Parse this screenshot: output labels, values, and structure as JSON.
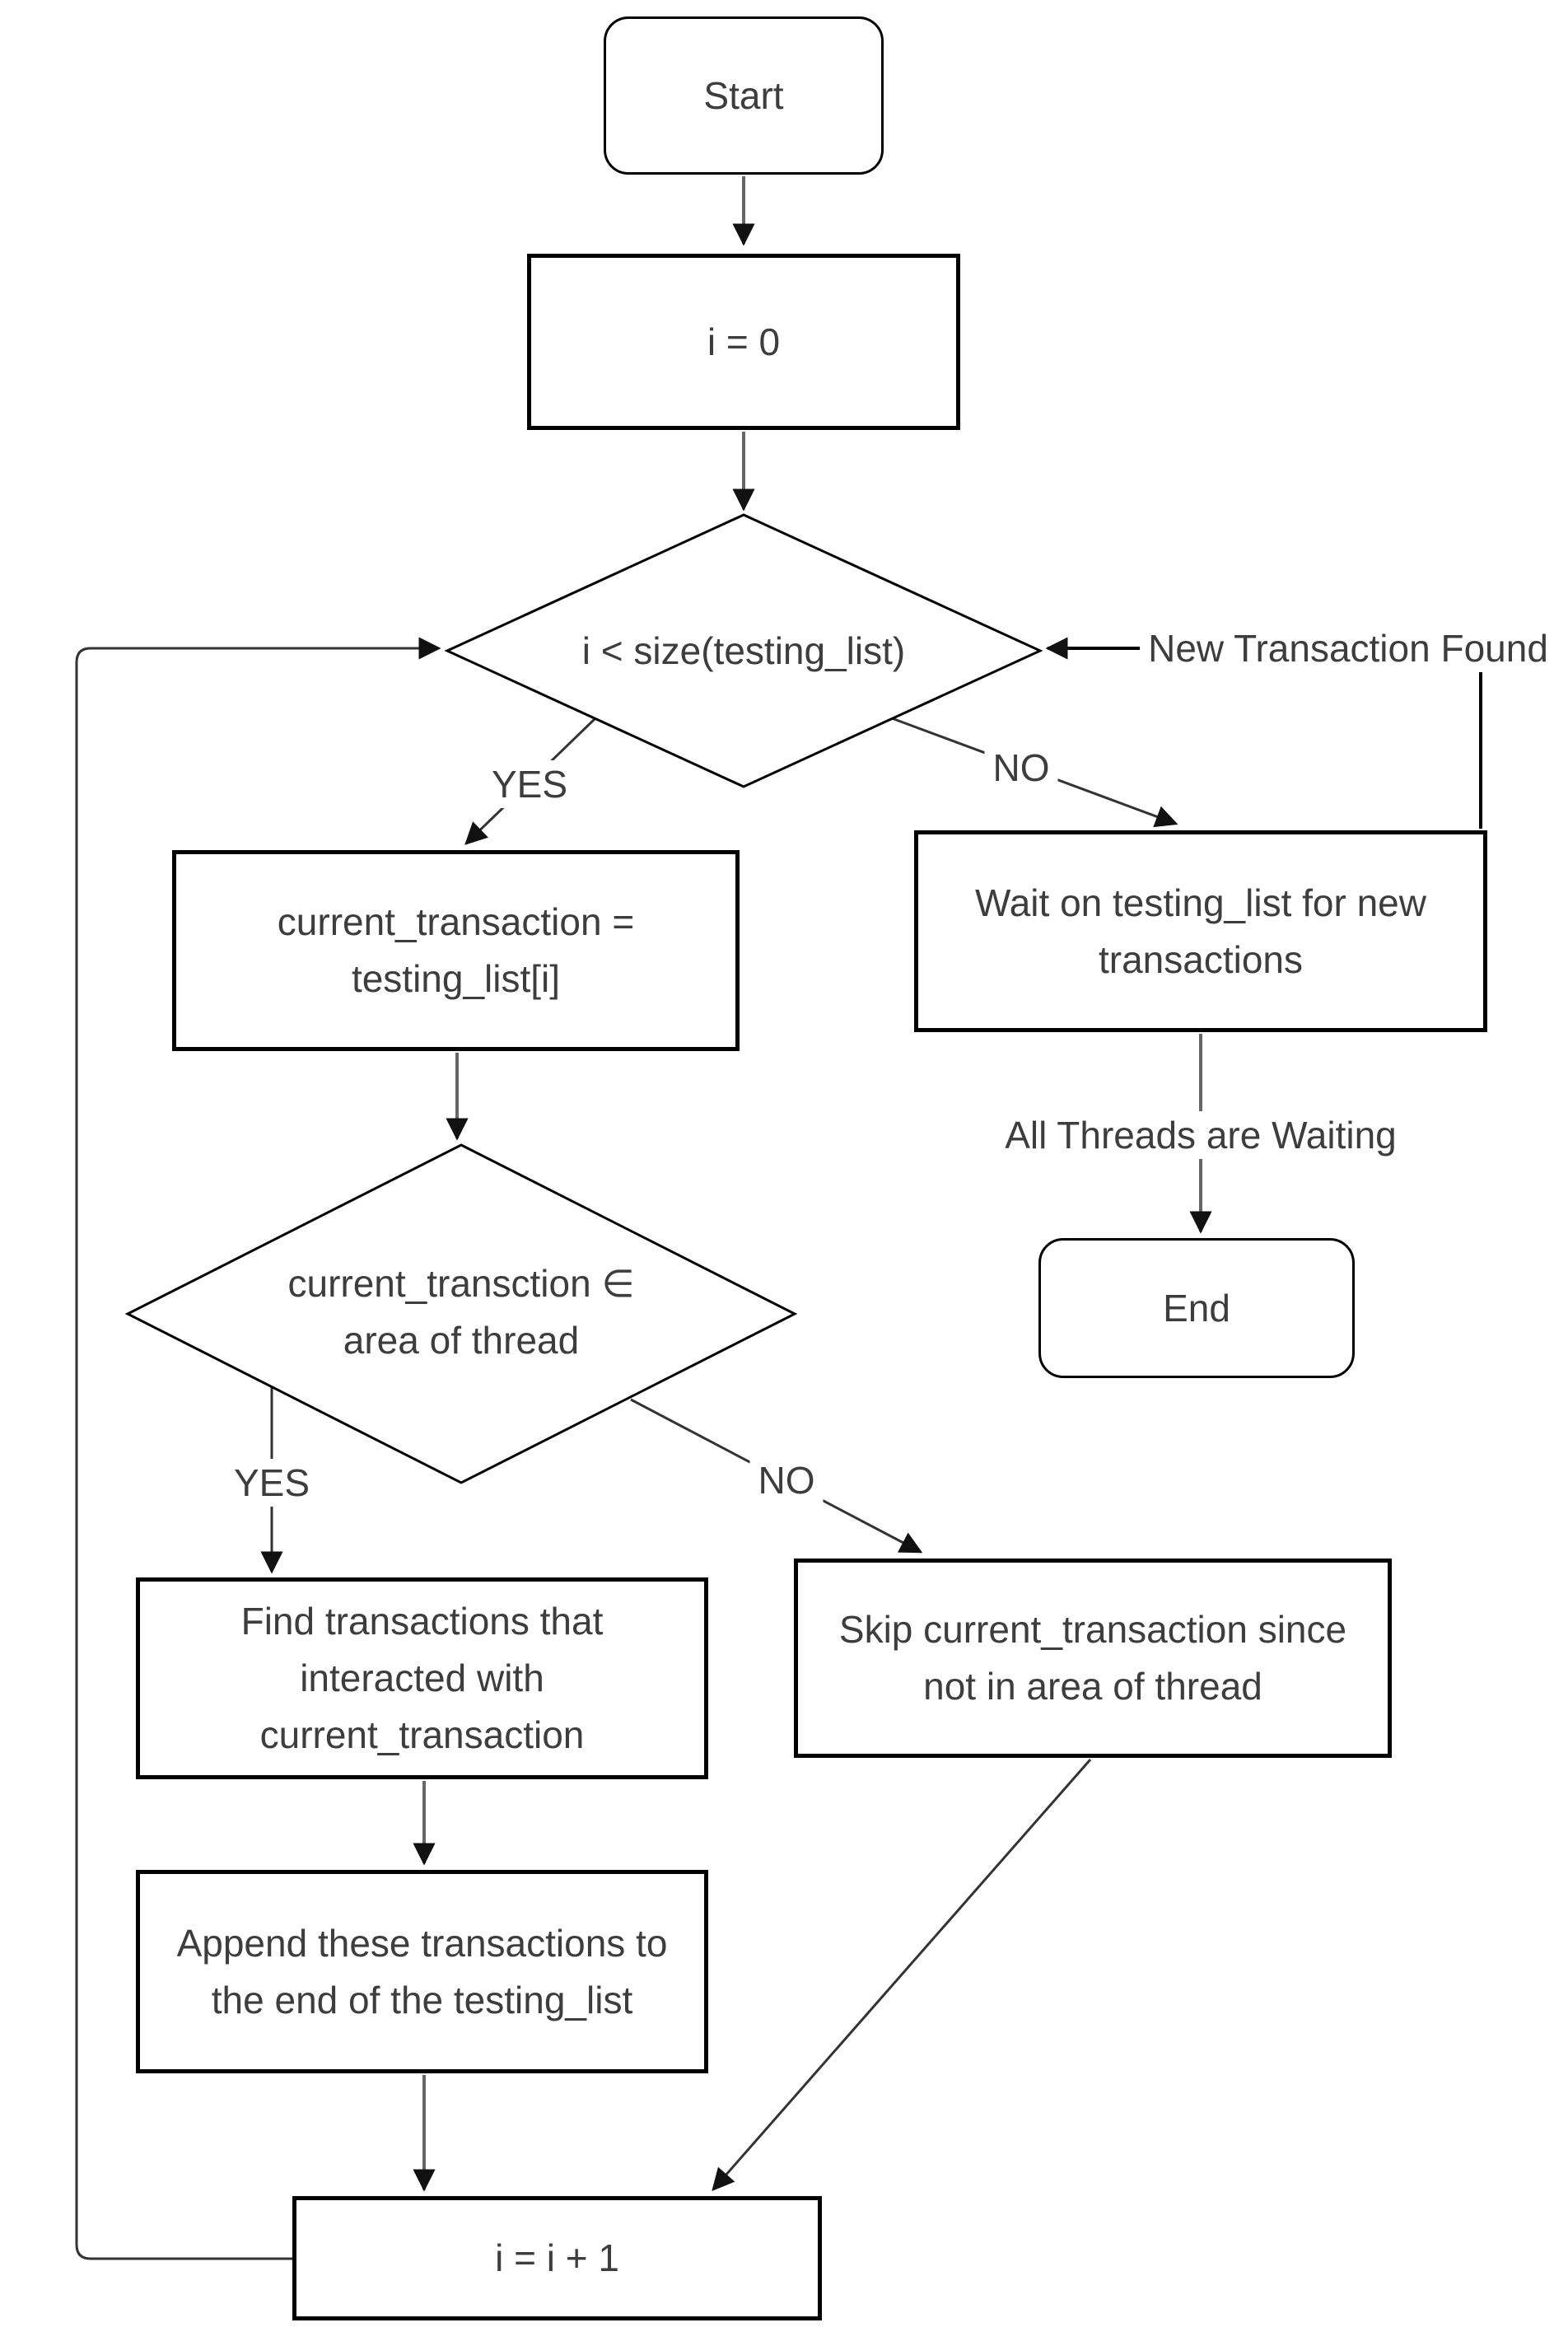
{
  "flowchart": {
    "nodes": {
      "start": {
        "label": "Start",
        "type": "terminator"
      },
      "init": {
        "label": "i = 0",
        "type": "process"
      },
      "loop_check": {
        "label": "i < size(testing_list)",
        "type": "decision"
      },
      "wait": {
        "label": "Wait on testing_list for new\ntransactions",
        "type": "process"
      },
      "end": {
        "label": "End",
        "type": "terminator"
      },
      "get_current": {
        "label": "current_transaction =\ntesting_list[i]",
        "type": "process"
      },
      "area_check": {
        "label": "current_transction ∈\narea of thread",
        "type": "decision"
      },
      "find": {
        "label": "Find transactions that\ninteracted with\ncurrent_transaction",
        "type": "process"
      },
      "append": {
        "label": "Append these transactions to\nthe end of the testing_list",
        "type": "process"
      },
      "skip": {
        "label": "Skip current_transaction since\nnot in area of thread",
        "type": "process"
      },
      "increment": {
        "label": "i = i + 1",
        "type": "process"
      }
    },
    "edge_labels": {
      "yes1": "YES",
      "no1": "NO",
      "yes2": "YES",
      "no2": "NO",
      "new_transaction": "New Transaction Found",
      "all_threads": "All Threads are Waiting"
    },
    "colors": {
      "node_stroke": "#000000",
      "connector": "#666666",
      "diagonal_connector": "#333333",
      "arrowhead": "#111111",
      "text": "#3d3d3d",
      "background": "#ffffff"
    }
  }
}
